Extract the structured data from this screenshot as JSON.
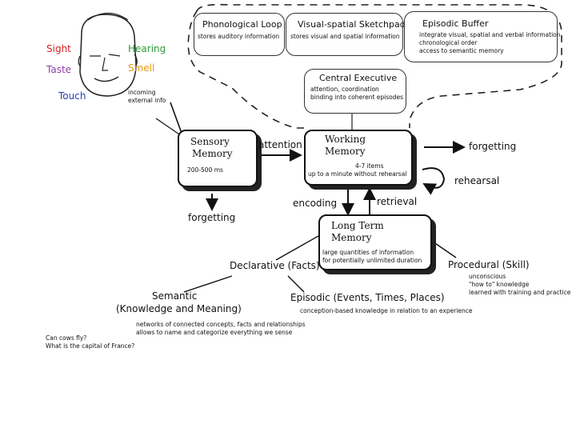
{
  "colors": {
    "sight": "#d42020",
    "taste": "#8b3fa8",
    "touch": "#2a3fa8",
    "hearing": "#2f9a3a",
    "smell": "#e39a10"
  },
  "senses": {
    "sight": {
      "label": "Sight"
    },
    "taste": {
      "label": "Taste"
    },
    "touch": {
      "label": "Touch"
    },
    "hearing": {
      "label": "Hearing"
    },
    "smell": {
      "label": "Smell"
    }
  },
  "incoming": {
    "line1": "incoming",
    "line2": "external info"
  },
  "components": {
    "phonological_loop": {
      "title": "Phonological Loop",
      "desc": "stores auditory information"
    },
    "sketchpad": {
      "title": "Visual-spatial Sketchpad",
      "desc": "stores visual and spatial information"
    },
    "episodic_buffer": {
      "title": "Episodic Buffer",
      "lines": [
        "integrate visual, spatial and verbal information",
        "chronological order",
        "access to semantic memory"
      ]
    },
    "central_executive": {
      "title": "Central Executive",
      "lines": [
        "attention, coordination",
        "binding into coherent episodes"
      ]
    }
  },
  "sensory_memory": {
    "title_line1": "Sensory",
    "title_line2": "Memory",
    "duration": "200-500 ms"
  },
  "working_memory": {
    "title_line1": "Working",
    "title_line2": "Memory",
    "capacity": "4-7 items",
    "duration": "up to a minute without rehearsal"
  },
  "long_term_memory": {
    "title_line1": "Long Term",
    "title_line2": "Memory",
    "lines": [
      "large quantities of information",
      "for potentially unlimited duration"
    ]
  },
  "labels": {
    "attention": "attention",
    "forgetting_sensory": "forgetting",
    "forgetting_working": "forgetting",
    "rehearsal": "rehearsal",
    "encoding": "encoding",
    "retrieval": "retrieval"
  },
  "branches": {
    "declarative": {
      "title": "Declarative (Facts)"
    },
    "procedural": {
      "title": "Procedural (Skill)",
      "lines": [
        "unconscious",
        "\"how to\" knowledge",
        "learned with training and practice"
      ]
    },
    "semantic": {
      "title": "Semantic",
      "subtitle": "(Knowledge and Meaning)",
      "lines": [
        "networks of connected concepts, facts and relationships",
        "allows to name and categorize everything we sense"
      ]
    },
    "episodic": {
      "title": "Episodic (Events, Times, Places)",
      "lines": [
        "conception-based knowledge in relation to an experience"
      ]
    }
  },
  "examples": [
    "Can cows fly?",
    "What is the capital of France?"
  ]
}
